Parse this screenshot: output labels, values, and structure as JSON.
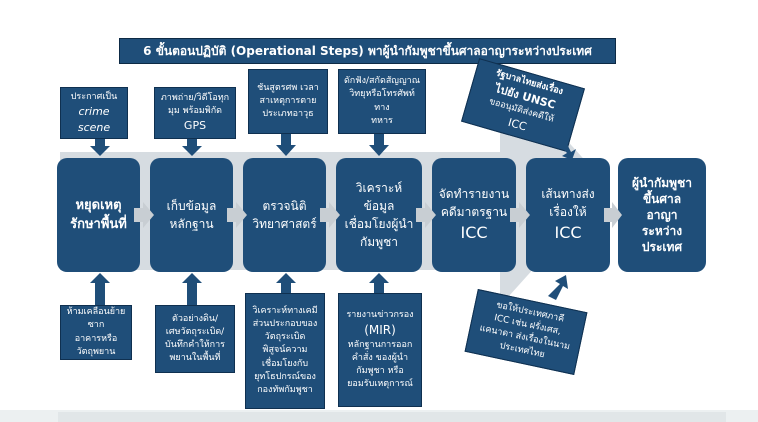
{
  "title": "6 ขั้นตอนปฏิบัติ (Operational Steps) พาผู้นำกัมพูชาขึ้นศาลอาญาระหว่างประเทศ",
  "colors": {
    "box_fill": "#1f4e79",
    "banner_fill": "#1f4e79",
    "band_fill": "#d6dce1",
    "text": "#ffffff"
  },
  "steps": [
    {
      "lines": [
        "หยุดเหตุ",
        "รักษาพื้นที่"
      ]
    },
    {
      "lines": [
        "เก็บข้อมูล",
        "หลักฐาน"
      ]
    },
    {
      "lines": [
        "ตรวจนิติ",
        "วิทยาศาสตร์"
      ]
    },
    {
      "lines": [
        "วิเคราะห์",
        "ข้อมูล",
        "เชื่อมโยงผู้นำ",
        "กัมพูชา"
      ]
    },
    {
      "lines": [
        "จัดทำรายงาน",
        "คดีมาตรฐาน",
        "ICC"
      ]
    },
    {
      "lines": [
        "เส้นทางส่ง",
        "เรื่องให้",
        "ICC"
      ]
    },
    {
      "lines": [
        "ผู้นำกัมพูชา",
        "ขึ้นศาล",
        "อาญา",
        "ระหว่าง",
        "ประเทศ"
      ]
    }
  ],
  "top_notes": [
    {
      "lines": [
        "ประกาศเป็น",
        "crime",
        "scene"
      ]
    },
    {
      "lines": [
        "ภาพถ่าย/วิดีโอทุก",
        "มุม พร้อมพิกัด",
        "GPS"
      ]
    },
    {
      "lines": [
        "ชันสูตรศพ เวลา",
        "สาเหตุการตาย",
        "ประเภทอาวุธ"
      ]
    },
    {
      "lines": [
        "ดักฟัง/สกัดสัญญาณ",
        "วิทยุหรือโทรศัพท์ทาง",
        "ทหาร"
      ]
    },
    {
      "lines": [
        "รัฐบาลไทยส่งเรื่อง",
        "ไปยัง UNSC",
        "ขออนุมัติส่งคดีให้",
        "ICC"
      ]
    }
  ],
  "bottom_notes": [
    {
      "lines": [
        "ห้ามเคลื่อนย้ายซาก",
        "อาคารหรือ",
        "วัตถุพยาน"
      ]
    },
    {
      "lines": [
        "ตัวอย่างดิน/",
        "เศษวัตถุระเบิด/",
        "บันทึกคำให้การ",
        "พยานในพื้นที่"
      ]
    },
    {
      "lines": [
        "วิเคราะห์ทางเคมี",
        "ส่วนประกอบของ",
        "วัตถุระเบิด",
        "พิสูจน์ความ",
        "เชื่อมโยงกับ",
        "ยุทโธปกรณ์ของ",
        "กองทัพกัมพูชา"
      ]
    },
    {
      "lines": [
        "รายงานข่าวกรอง",
        "(MIR)",
        "หลักฐานการออก",
        "คำสั่ง ของผู้นำ",
        "กัมพูชา หรือ",
        "ยอมรับเหตุการณ์"
      ]
    },
    {
      "lines": [
        "ขอให้ประเทศภาคี",
        "ICC เช่น ฝรั่งเศส,",
        "แคนาดา ส่งเรื่องในนาม",
        "ประเทศไทย"
      ]
    }
  ]
}
